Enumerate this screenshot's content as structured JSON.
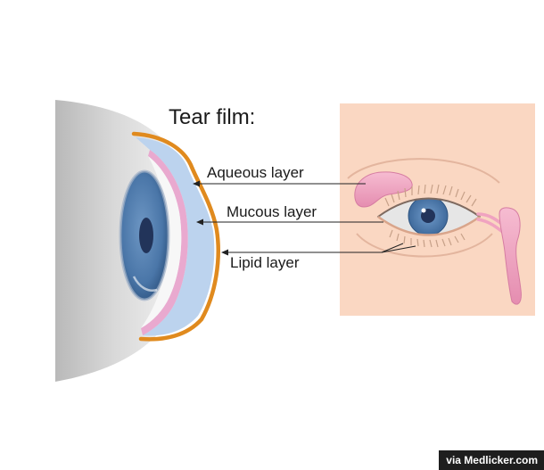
{
  "title": "Tear film:",
  "labels": {
    "aqueous": "Aqueous layer",
    "mucous": "Mucous layer",
    "lipid": "Lipid layer"
  },
  "credit": "via Medlicker.com",
  "colors": {
    "lipid_layer": "#e08a1e",
    "aqueous_layer": "#bcd3ee",
    "mucous_layer": "#e9a9cf",
    "skin_panel": "#fad7c2",
    "iris": "#4a76a8",
    "pupil": "#22345a",
    "gland": "#f2a7c2"
  }
}
